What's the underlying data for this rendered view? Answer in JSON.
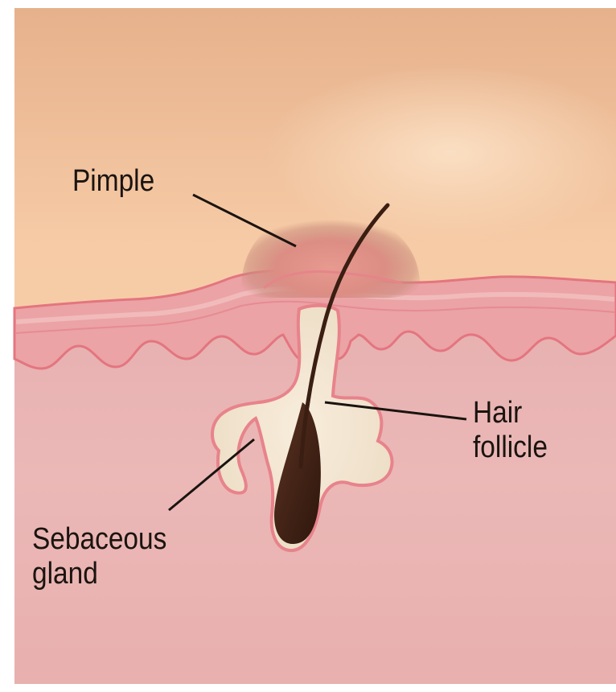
{
  "diagram": {
    "labels": {
      "pimple": "Pimple",
      "hair_follicle_line1": "Hair",
      "hair_follicle_line2": "follicle",
      "sebaceous_line1": "Sebaceous",
      "sebaceous_line2": "gland"
    },
    "colors": {
      "surface_skin": "#f6caa4",
      "epidermis_band": "#eba2a4",
      "epidermis_edge": "#e4747e",
      "dermis": "#e9b4b3",
      "follicle_fill": "#f3e6d2",
      "hair_root": "#4a2718",
      "text": "#1a1410"
    }
  }
}
